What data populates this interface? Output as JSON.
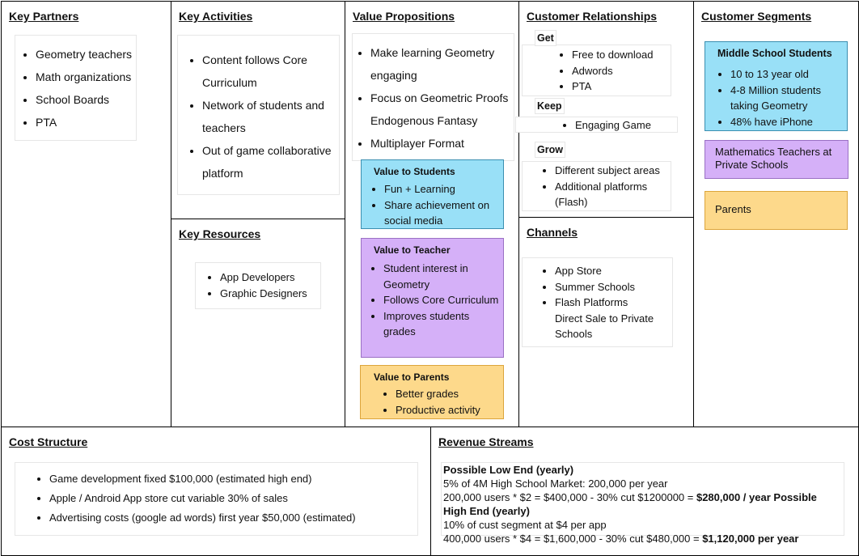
{
  "key_partners": {
    "title": "Key Partners",
    "items": [
      "Geometry teachers",
      "Math organizations",
      "School Boards",
      "PTA"
    ]
  },
  "key_activities": {
    "title": "Key Activities",
    "items": [
      "Content follows Core Curriculum",
      "Network of students and teachers",
      "Out of game collaborative platform"
    ]
  },
  "key_resources": {
    "title": "Key Resources",
    "items": [
      "App Developers",
      "Graphic Designers"
    ]
  },
  "value_propositions": {
    "title": "Value Propositions",
    "items": [
      "Make learning Geometry engaging",
      "Focus on Geometric Proofs Endogenous Fantasy",
      "Multiplayer Format"
    ],
    "students": {
      "title": "Value to Students",
      "items": [
        "Fun + Learning",
        "Share achievement on social media"
      ]
    },
    "teacher": {
      "title": "Value to Teacher",
      "items": [
        "Student interest in Geometry",
        "Follows Core Curriculum",
        "Improves students grades"
      ]
    },
    "parents": {
      "title": "Value to Parents",
      "items": [
        "Better grades",
        "Productive activity"
      ]
    }
  },
  "customer_relationships": {
    "title": "Customer Relationships",
    "get": {
      "label": "Get",
      "items": [
        "Free to download",
        "Adwords",
        "PTA"
      ]
    },
    "keep": {
      "label": "Keep",
      "items": [
        "Engaging Game"
      ]
    },
    "grow": {
      "label": "Grow",
      "items": [
        "Different subject areas",
        "Additional platforms (Flash)"
      ]
    }
  },
  "channels": {
    "title": "Channels",
    "items": [
      "App Store",
      "Summer Schools",
      "Flash Platforms"
    ],
    "extra": "Direct Sale to Private Schools"
  },
  "customer_segments": {
    "title": "Customer Segments",
    "middle_school": {
      "title": "Middle School Students",
      "items": [
        "10 to 13 year old",
        "4-8 Million students taking Geometry",
        "48% have iPhone"
      ]
    },
    "teachers": "Mathematics Teachers at Private Schools",
    "parents": "Parents"
  },
  "cost_structure": {
    "title": "Cost Structure",
    "items": [
      "Game development fixed $100,000 (estimated high end)",
      "Apple / Android App store cut variable 30% of sales",
      "Advertising costs (google ad words)  first year $50,000 (estimated)"
    ]
  },
  "revenue_streams": {
    "title": "Revenue Streams",
    "low_title": "Possible Low End (yearly)",
    "low_line1": "5% of 4M High School Market:  200,000 per year",
    "low_line2": "200,000 users * $2 = $400,000 - 30% cut $1200000 = ",
    "low_result": "$280,000 / year",
    "high_title": " Possible High End (yearly)",
    "high_line1": "10% of cust segment at $4 per app",
    "high_line2": "400,000 users * $4 = $1,600,000 - 30% cut $480,000 = ",
    "high_result": "$1,120,000 per year"
  },
  "colors": {
    "blue": "#99e0f7",
    "purple": "#d5b0f8",
    "yellow": "#fdd98b"
  }
}
